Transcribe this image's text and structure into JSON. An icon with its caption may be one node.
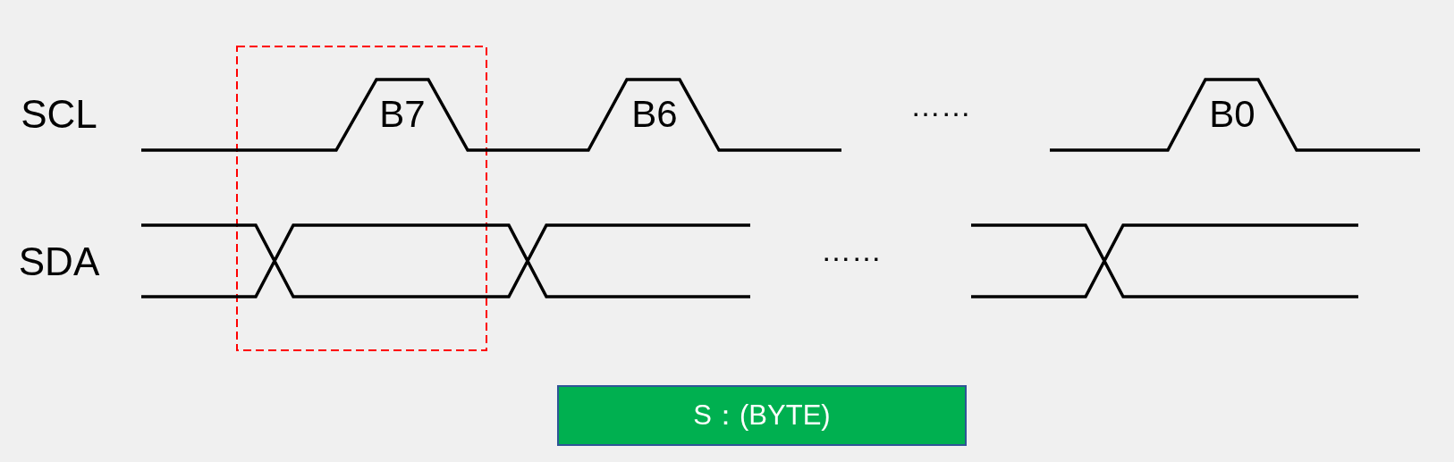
{
  "diagram": {
    "nodes": [
      {
        "text": [
          "S：(BYTE)"
        ]
      }
    ],
    "labels": [
      "SCL",
      "B7",
      "B6",
      "……",
      "B0",
      "SDA",
      "……"
    ]
  }
}
